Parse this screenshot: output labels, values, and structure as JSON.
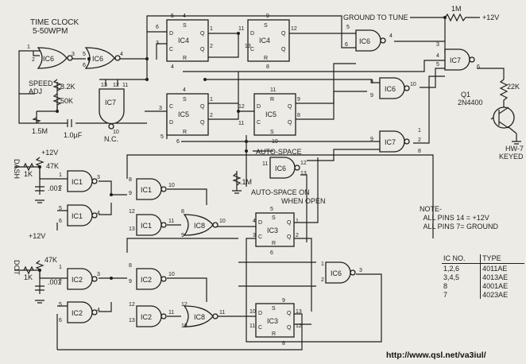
{
  "title": "TIME CLOCK",
  "subtitle": "5-50WPM",
  "labels": {
    "ground_to_tune": "GROUND TO TUNE",
    "r_1m": "1M",
    "v12": "+12V",
    "v12_dash": "+12V",
    "v12_dot": "+12V",
    "speed_adj": "SPEED\nADJ",
    "r_8k2": "8.2K",
    "r_50k": "50K",
    "r_1m5": "1.5M",
    "c_1uf": "1.0µF",
    "nc": "N.C.",
    "dash": "DASH",
    "dot": "DOT",
    "r_47k_dash": "47K",
    "r_47k_dot": "47K",
    "r_1k_dash": "1K",
    "r_1k_dot": "1K",
    "c_001_dash": ".001",
    "c_001_dot": ".001",
    "auto_space": "AUTO-SPACE",
    "auto_space_on": "AUTO-SPACE ON",
    "when_open": "WHEN OPEN",
    "r_1m_as": ".1M",
    "q1": "Q1",
    "q1_part": "2N4400",
    "r_22k": "22K",
    "hw7": "HW-7",
    "keyed": "KEYED"
  },
  "ics": {
    "ic6a": "IC6",
    "ic6b": "IC6",
    "ic7nc": "IC7",
    "ic4a": "IC4",
    "ic4b": "IC4",
    "ic5a": "IC5",
    "ic5b": "IC5",
    "ic6c": "IC6",
    "ic6d": "IC6",
    "ic6e": "IC6",
    "ic6f": "IC6",
    "ic7a": "IC7",
    "ic7b": "IC7",
    "ic1a": "IC1",
    "ic1b": "IC1",
    "ic1c": "IC1",
    "ic1d": "IC1",
    "ic2a": "IC2",
    "ic2b": "IC2",
    "ic2c": "IC2",
    "ic2d": "IC2",
    "ic8a": "IC8",
    "ic8b": "IC8",
    "ic3a": "IC3",
    "ic3b": "IC3"
  },
  "note": "NOTE-\n  ALL PINS 14 = +12V\n  ALL PINS 7= GROUND",
  "ic_table": {
    "header": [
      "IC NO.",
      "TYPE"
    ],
    "rows": [
      [
        "1,2,6",
        "4011AE"
      ],
      [
        "3,4,5",
        "4013AE"
      ],
      [
        "8",
        "4001AE"
      ],
      [
        "7",
        "4023AE"
      ]
    ]
  },
  "footer": "http://www.qsl.net/va3iul/"
}
